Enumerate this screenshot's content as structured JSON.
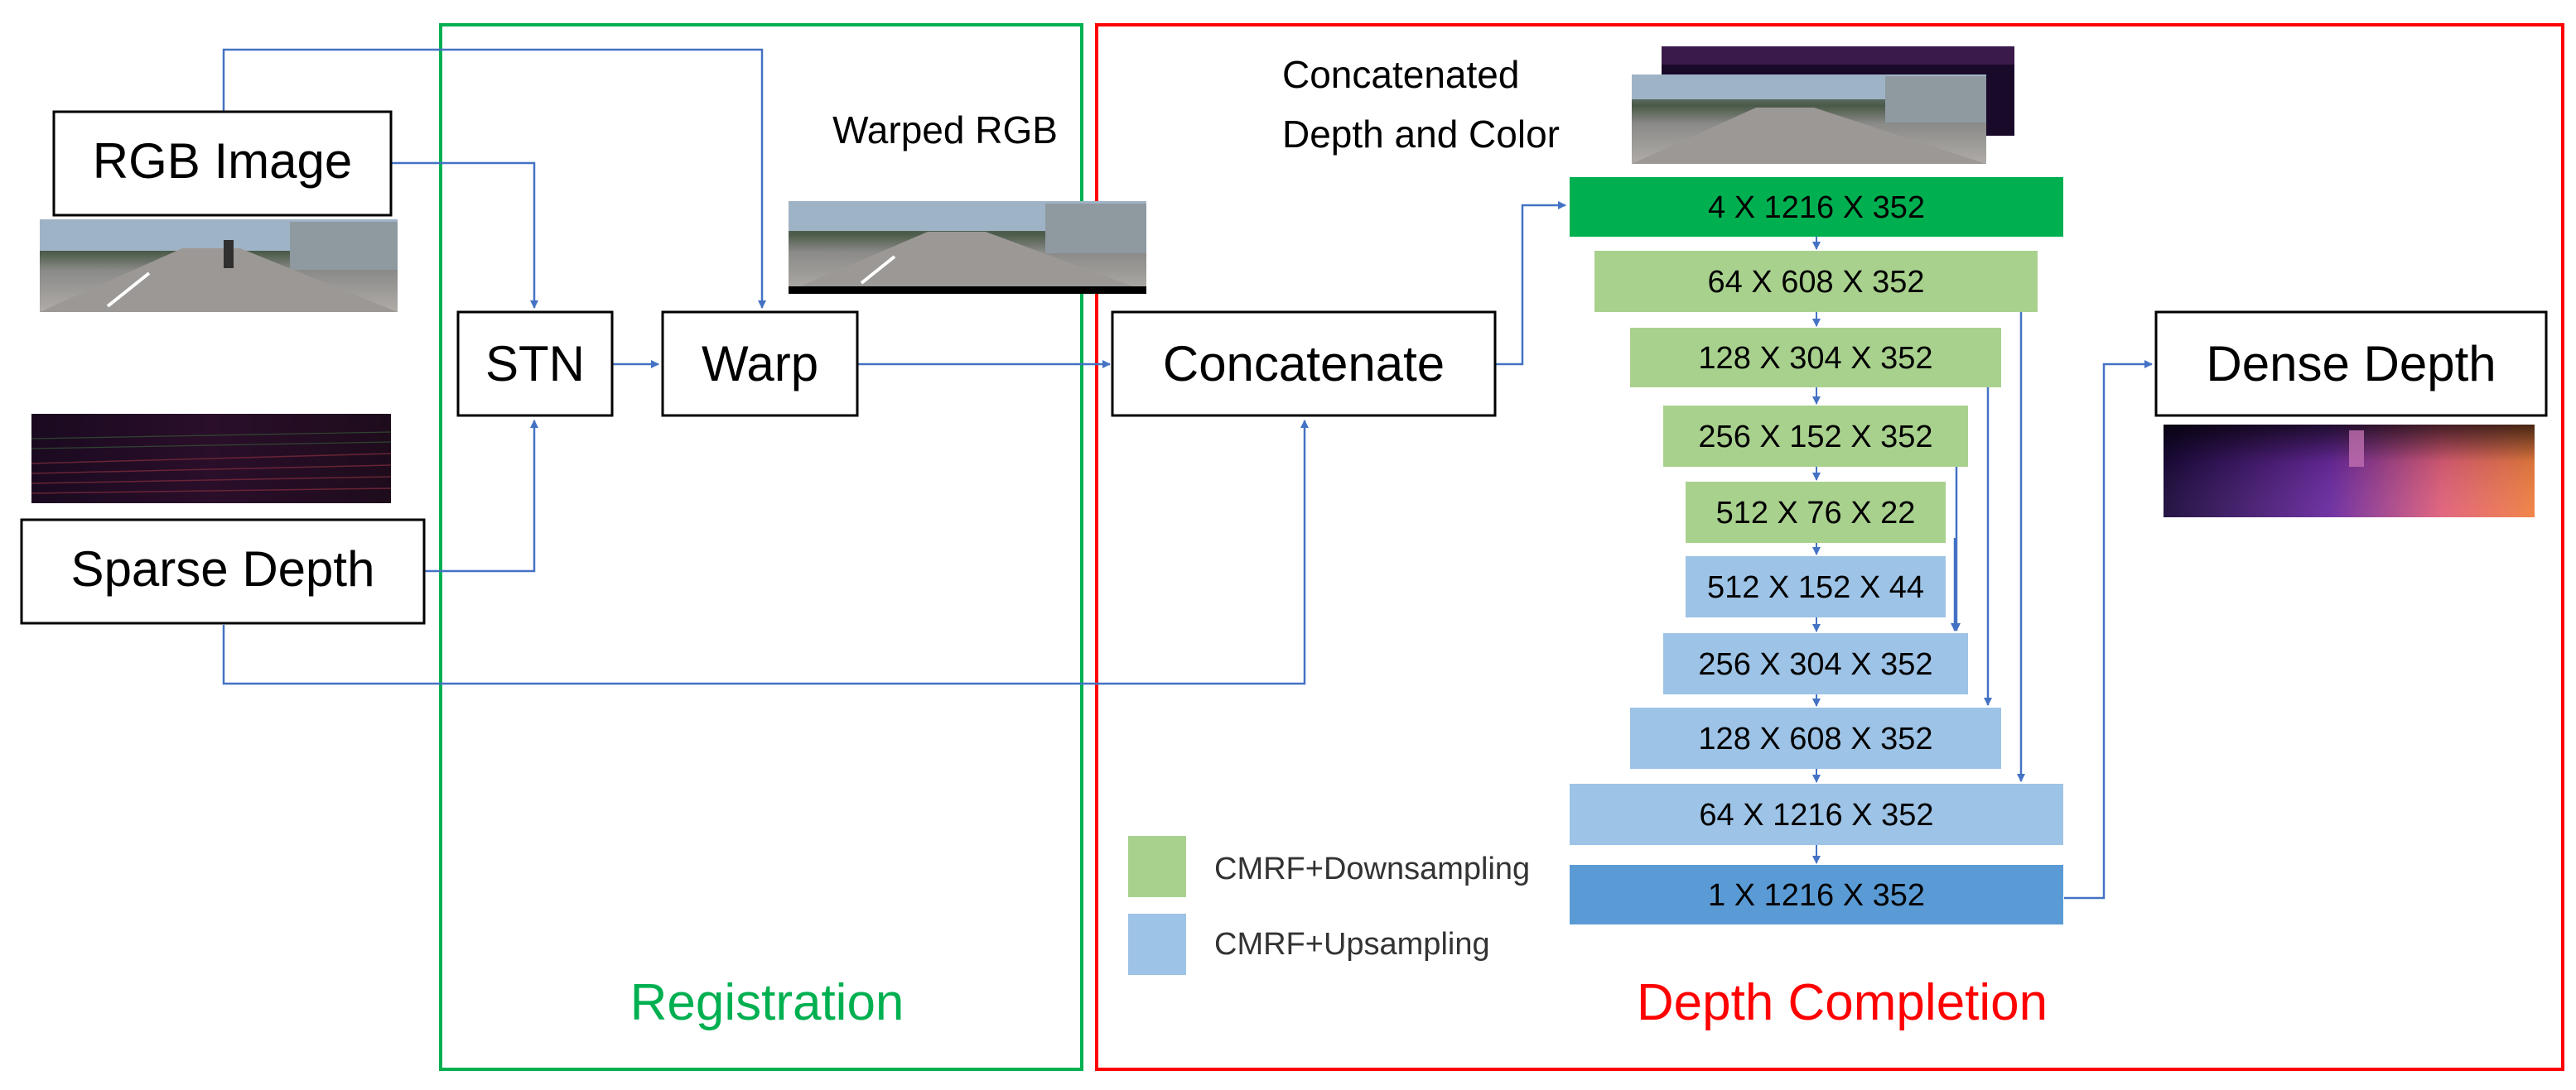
{
  "colors": {
    "arrow": "#4472c4",
    "registration_border": "#00b050",
    "completion_border": "#ff0000",
    "layer_input": "#00b050",
    "layer_down": "#a9d18e",
    "layer_up": "#9dc3e6",
    "layer_output": "#5b9bd5"
  },
  "nodes": {
    "rgb_image": "RGB Image",
    "sparse_depth": "Sparse Depth",
    "stn": "STN",
    "warp": "Warp",
    "concatenate": "Concatenate",
    "dense_depth": "Dense Depth"
  },
  "captions": {
    "warped_rgb": "Warped RGB",
    "concat_line1": "Concatenated",
    "concat_line2": "Depth and Color"
  },
  "regions": {
    "registration": "Registration",
    "depth_completion": "Depth Completion"
  },
  "layers": [
    {
      "label": "4 X 1216 X 352",
      "kind": "input"
    },
    {
      "label": "64 X 608 X 352",
      "kind": "down"
    },
    {
      "label": "128 X 304 X 352",
      "kind": "down"
    },
    {
      "label": "256 X 152 X 352",
      "kind": "down"
    },
    {
      "label": "512 X 76 X 22",
      "kind": "down"
    },
    {
      "label": "512 X 152 X 44",
      "kind": "up"
    },
    {
      "label": "256 X 304 X 352",
      "kind": "up"
    },
    {
      "label": "128 X 608 X 352",
      "kind": "up"
    },
    {
      "label": "64 X 1216 X 352",
      "kind": "up"
    },
    {
      "label": "1 X 1216 X 352",
      "kind": "output"
    }
  ],
  "legend": {
    "down": "CMRF+Downsampling",
    "up": "CMRF+Upsampling"
  }
}
